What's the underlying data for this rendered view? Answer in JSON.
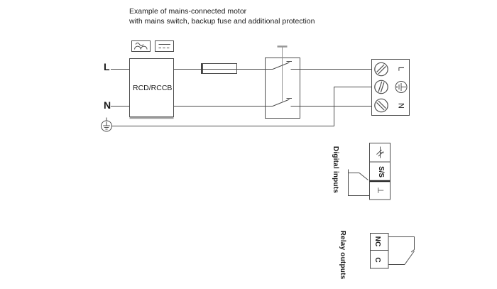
{
  "title": {
    "line1": "Example of mains-connected motor",
    "line2": "with mains switch, backup fuse and additional protection"
  },
  "supply": {
    "line_label": "L",
    "neutral_label": "N",
    "earth_icon": "protective-earth-icon"
  },
  "rcd": {
    "label": "RCD/RCCB",
    "type_icons": [
      "pulsating-dc-sensitivity-icon",
      "dc-sensitivity-icon"
    ]
  },
  "components": {
    "fuse_icon": "backup-fuse-icon",
    "switch_icon": "double-pole-mains-switch-icon"
  },
  "motor_terminals": {
    "line_label": "L",
    "neutral_label": "N",
    "earth_icon": "earth-terminal-icon",
    "screw_icon": "screw-terminal-icon"
  },
  "digital_inputs": {
    "caption": "Digital inputs",
    "signal_icon": "digital-signal-icon",
    "start_stop_label": "S/S",
    "ground_label": "⊥",
    "switch_icon": "external-start-stop-switch-icon"
  },
  "relay_outputs": {
    "caption": "Relay outputs",
    "nc_label": "NC",
    "c_label": "C",
    "contact_icon": "nc-contact-icon"
  },
  "colors": {
    "line": "#4d4d4d",
    "thick_line": "#999999",
    "text": "#1a1a1a",
    "background": "#ffffff"
  }
}
